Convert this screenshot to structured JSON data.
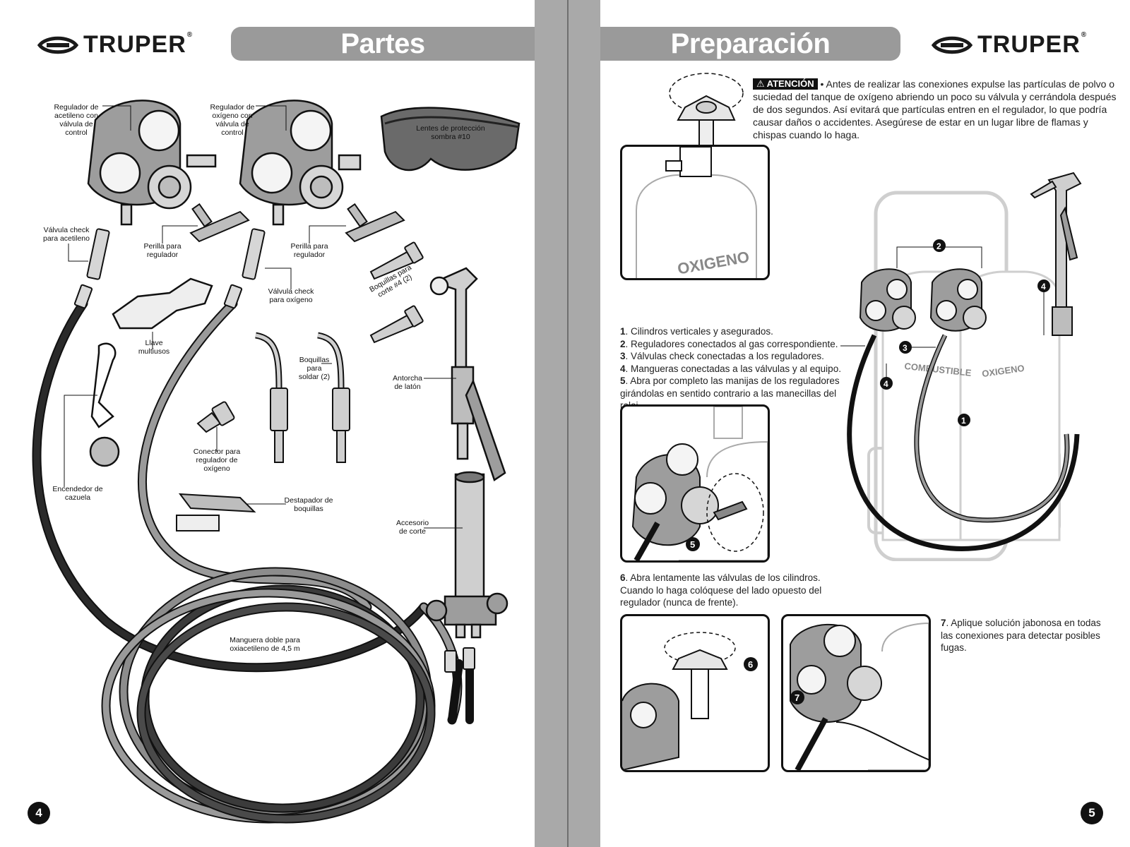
{
  "brand": {
    "name": "TRUPER",
    "mark": "®"
  },
  "left": {
    "title": "Partes",
    "page_number": "4",
    "labels": {
      "regulador_acetileno": "Regulador de acetileno con válvula de control",
      "regulador_oxigeno": "Regulador de oxígeno con válvula de control",
      "lentes": "Lentes de protección sombra #10",
      "valvula_check_acetileno": "Válvula check para acetileno",
      "perilla_1": "Perilla para regulador",
      "perilla_2": "Perilla para regulador",
      "boquillas_corte": "Boquillas para corte #4 (2)",
      "valvula_check_oxigeno": "Válvula check para oxígeno",
      "llave": "Llave multiusos",
      "boquillas_soldar": "Boquillas para soldar (2)",
      "antorcha": "Antorcha de latón",
      "encendedor": "Encendedor de cazuela",
      "conector": "Conector para regulador de oxígeno",
      "destapador": "Destapador de boquillas",
      "accesorio": "Accesorio de corte",
      "manguera": "Manguera doble para oxiacetileno de 4,5 m"
    }
  },
  "right": {
    "title": "Preparación",
    "page_number": "5",
    "attention": {
      "badge": "ATENCIÓN",
      "text": "• Antes de realizar las conexiones expulse las partículas de polvo o suciedad del tanque de oxígeno abriendo un poco su válvula y cerrándola después de dos segundos. Así evitará que partículas entren en el regulador, lo que podría causar daños o accidentes. Asegúrese de estar en un lugar libre de flamas y chispas cuando lo haga."
    },
    "tank_label": "OXIGENO",
    "tank_label_2": "OXIGENO",
    "combustible_label": "COMBUSTIBLE",
    "steps": [
      {
        "num": "1",
        "text": ". Cilindros verticales y asegurados."
      },
      {
        "num": "2",
        "text": ". Reguladores conectados al gas correspondiente."
      },
      {
        "num": "3",
        "text": ". Válvulas check conectadas a los reguladores."
      },
      {
        "num": "4",
        "text": ". Mangueras conectadas a las válvulas y al equipo."
      },
      {
        "num": "5",
        "text": ". Abra por completo las manijas de los reguladores girándolas en sentido contrario a las manecillas del reloj."
      }
    ],
    "step6": {
      "num": "6",
      "text": ". Abra lentamente las válvulas de los cilindros. Cuando lo haga colóquese del lado opuesto del regulador (nunca de frente)."
    },
    "step7": {
      "num": "7",
      "text": ". Aplique solución jabonosa en todas las conexiones para detectar posibles fugas."
    },
    "markers": [
      "1",
      "2",
      "3",
      "3",
      "4",
      "4",
      "5",
      "6",
      "7"
    ]
  }
}
